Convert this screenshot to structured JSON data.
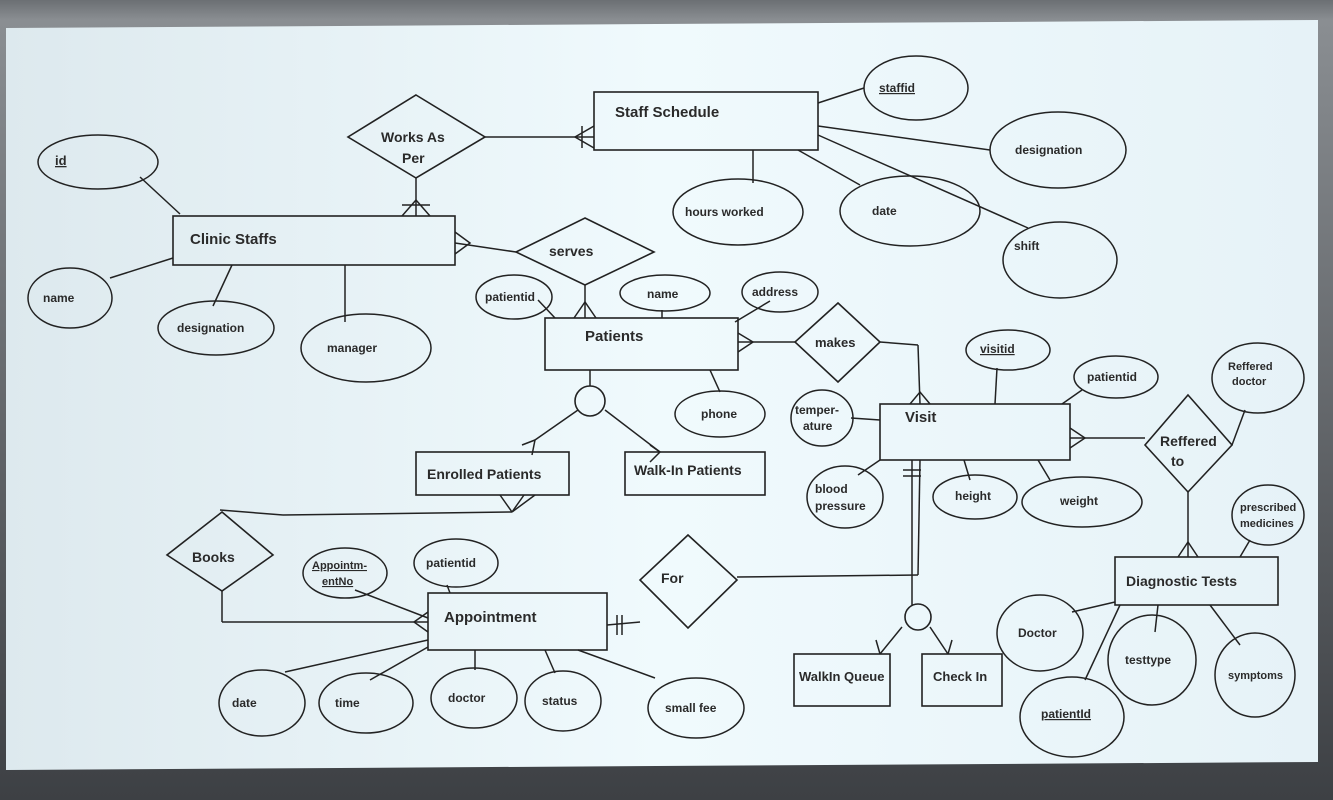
{
  "entities": {
    "staff_schedule": "Staff Schedule",
    "clinic_staffs": "Clinic Staffs",
    "patients": "Patients",
    "enrolled_patients": "Enrolled Patients",
    "walkin_patients": "Walk-In Patients",
    "visit": "Visit",
    "appointment": "Appointment",
    "diagnostic_tests": "Diagnostic Tests",
    "walkin_queue": "WalkIn Queue",
    "check_in": "Check In"
  },
  "relationships": {
    "works_as_per": [
      "Works As",
      "Per"
    ],
    "serves": "serves",
    "makes": "makes",
    "reffered_to": [
      "Reffered",
      "to"
    ],
    "books": "Books",
    "for": "For"
  },
  "attributes": {
    "staffid": "staffid",
    "designation_sched": "designation",
    "hours_worked": "hours worked",
    "date_sched": "date",
    "shift": "shift",
    "id": "id",
    "name_staff": "name",
    "designation_staff": "designation",
    "manager": "manager",
    "patientid_pat": "patientid",
    "name_pat": "name",
    "address": "address",
    "phone": "phone",
    "visitid": "visitid",
    "patientid_visit": "patientid",
    "reffered_doctor": [
      "Reffered",
      "doctor"
    ],
    "temperature": [
      "temper-",
      "ature"
    ],
    "blood_pressure": [
      "blood",
      "pressure"
    ],
    "height": "height",
    "weight": "weight",
    "prescribed_medicines": [
      "prescribed",
      "medicines"
    ],
    "appointment_no": [
      "Appointm-",
      "entNo"
    ],
    "patientid_appt": "patientid",
    "date_appt": "date",
    "time": "time",
    "doctor_appt": "doctor",
    "status": "status",
    "small_fee": "small fee",
    "doctor_diag": "Doctor",
    "testtype": "testtype",
    "symptoms": "symptoms",
    "patientid_diag": "patientId"
  },
  "colors": {
    "ink": "#222222",
    "paper": "#eaf5fb"
  }
}
